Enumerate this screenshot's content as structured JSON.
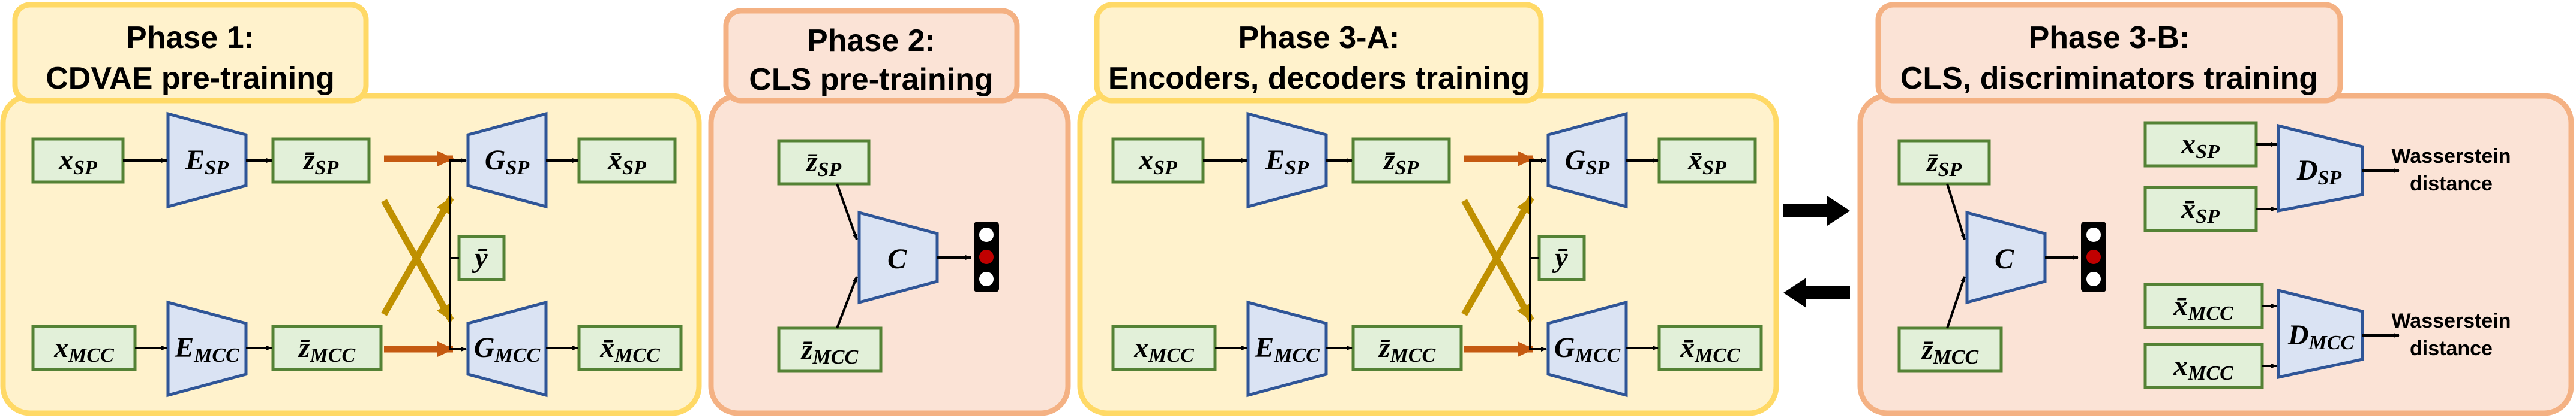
{
  "colors": {
    "yellow_fill": "#fff2cc",
    "yellow_stroke": "#ffd966",
    "pink_fill": "#fbe3d6",
    "pink_stroke": "#f4b183",
    "data_fill": "#e2f0d9",
    "data_stroke": "#548235",
    "module_fill": "#dae3f3",
    "module_stroke": "#2f5597",
    "orange_arrow": "#c55a11",
    "gold_arrow": "#bf9000",
    "indicator_red": "#c00000"
  },
  "phases": {
    "p1": {
      "line1": "Phase 1:",
      "line2": "CDVAE pre-training"
    },
    "p2": {
      "line1": "Phase 2:",
      "line2": "CLS pre-training"
    },
    "p3a": {
      "line1": "Phase 3-A:",
      "line2": "Encoders, decoders training"
    },
    "p3b": {
      "line1": "Phase 3-B:",
      "line2": "CLS, discriminators training"
    }
  },
  "outputs": {
    "wasserstein_1a": "Wasserstein",
    "wasserstein_1b": "distance",
    "wasserstein_2a": "Wasserstein",
    "wasserstein_2b": "distance"
  }
}
